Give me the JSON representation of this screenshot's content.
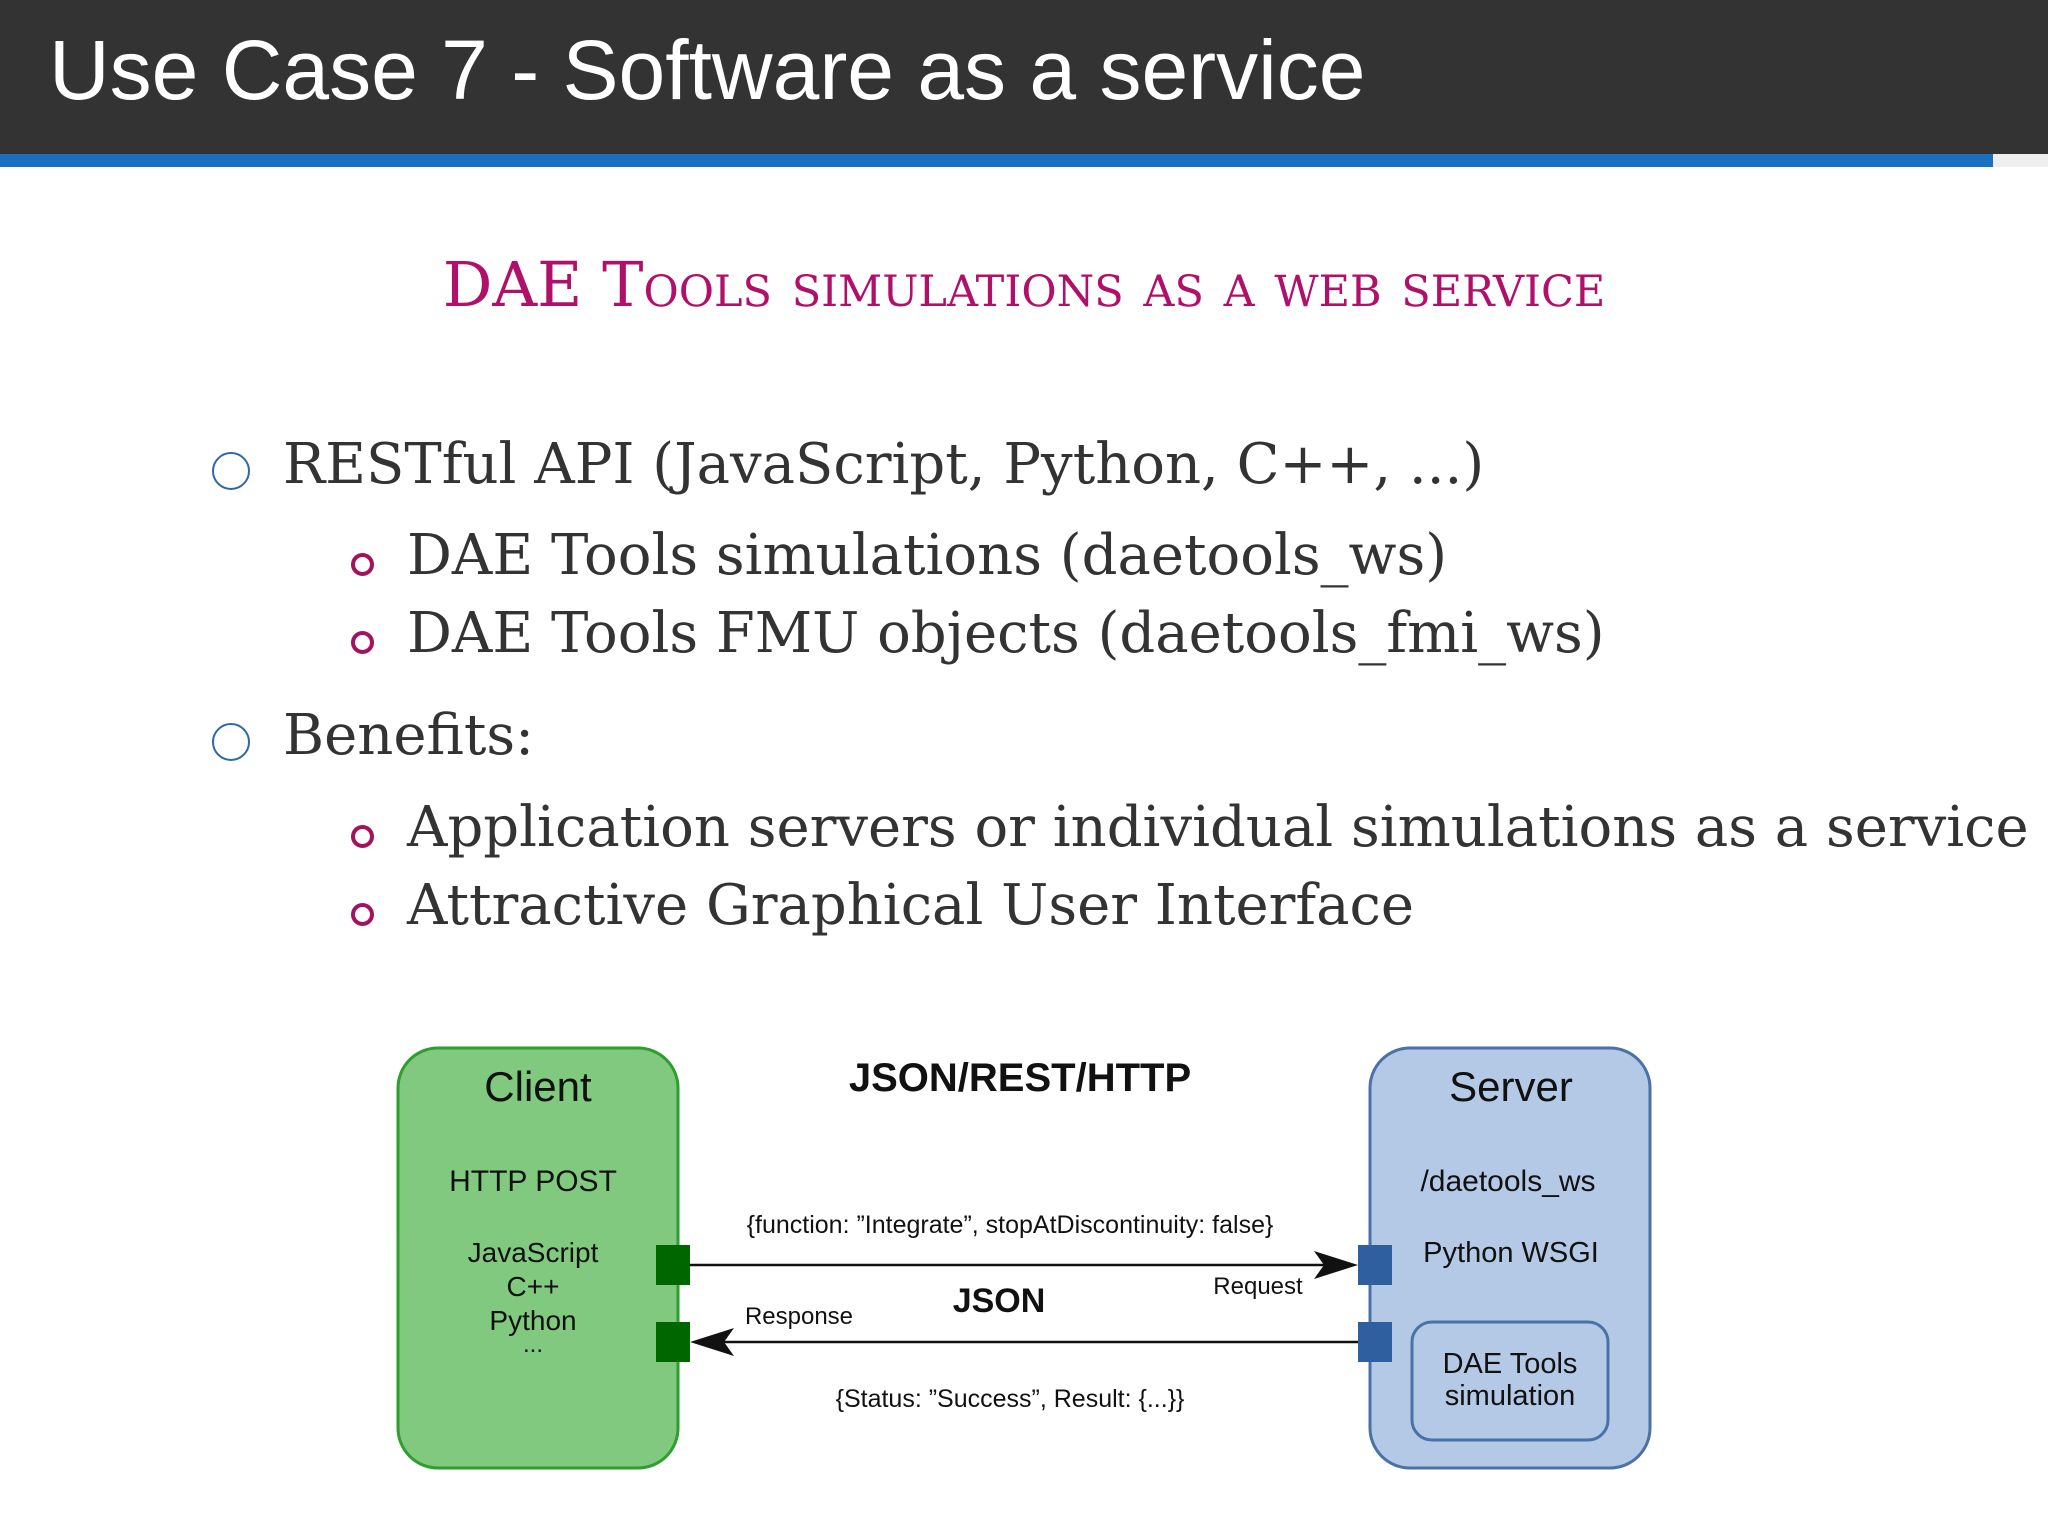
{
  "slide": {
    "title": "Use Case 7 - Software as a service",
    "subtitle": "DAE Tools simulations as a web service"
  },
  "bullets": {
    "item1": "RESTful API (JavaScript, Python, C++, ...)",
    "item1_sub": [
      "DAE Tools simulations (daetools_ws)",
      "DAE Tools FMU objects (daetools_fmi_ws)"
    ],
    "item2": "Benefits:",
    "item2_sub": [
      "Application servers or individual simulations as a service",
      "Attractive Graphical User Interface"
    ]
  },
  "diagram": {
    "protocol_label": "JSON/REST/HTTP",
    "client": {
      "title": "Client",
      "method": "HTTP POST",
      "languages": [
        "JavaScript",
        "C++",
        "Python",
        "..."
      ]
    },
    "server": {
      "title": "Server",
      "endpoint": "/daetools_ws",
      "framework": "Python WSGI",
      "inner_box": [
        "DAE Tools",
        "simulation"
      ]
    },
    "request": {
      "payload": "{function: ”Integrate”, stopAtDiscontinuity: false}",
      "label": "Request"
    },
    "response": {
      "payload": "{Status: ”Success”, Result: {...}}",
      "label": "Response"
    },
    "format_label": "JSON",
    "colors": {
      "client_fill": "#80c97e",
      "client_stroke": "#2e9e2e",
      "client_port": "#006600",
      "server_fill": "#b3c9e6",
      "server_stroke": "#4a72a8",
      "server_port": "#2f5f9e"
    }
  }
}
